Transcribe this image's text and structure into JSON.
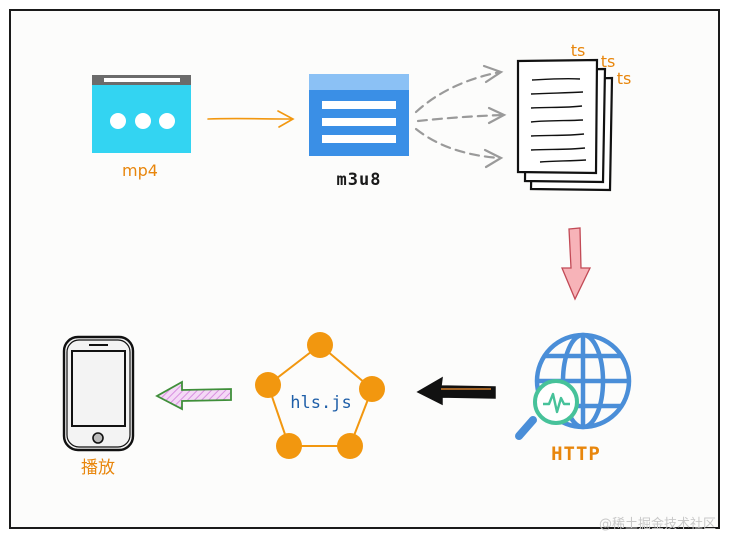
{
  "labels": {
    "mp4": "mp4",
    "m3u8": "m3u8",
    "ts": [
      "ts",
      "ts",
      "ts"
    ],
    "http": "HTTP",
    "hlsjs": "hls.js",
    "play": "播放",
    "watermark": "@稀土掘金技术社区"
  },
  "colors": {
    "background": "#fcfcfb",
    "frame": "#1a1a1a",
    "mp4_blue": "#33d4f2",
    "mp4_bar": "#6b6b6b",
    "m3u8_blue": "#3a8fe6",
    "m3u8_light": "#8bc1f5",
    "orange": "#f2970f",
    "orange_text": "#e8860c",
    "gray_dash": "#9a9a9a",
    "pink": "#f7b3b8",
    "globe": "#4a8ed8",
    "lens": "#47c29a",
    "green_arrow": "#3f8f3a",
    "hatch": "#e6a6ee"
  },
  "icons": {
    "mp4": "video-window-icon",
    "m3u8": "playlist-icon",
    "ts": "documents-stack-icon",
    "http": "globe-search-icon",
    "hlsjs": "pentagon-network-icon",
    "play": "phone-icon"
  }
}
